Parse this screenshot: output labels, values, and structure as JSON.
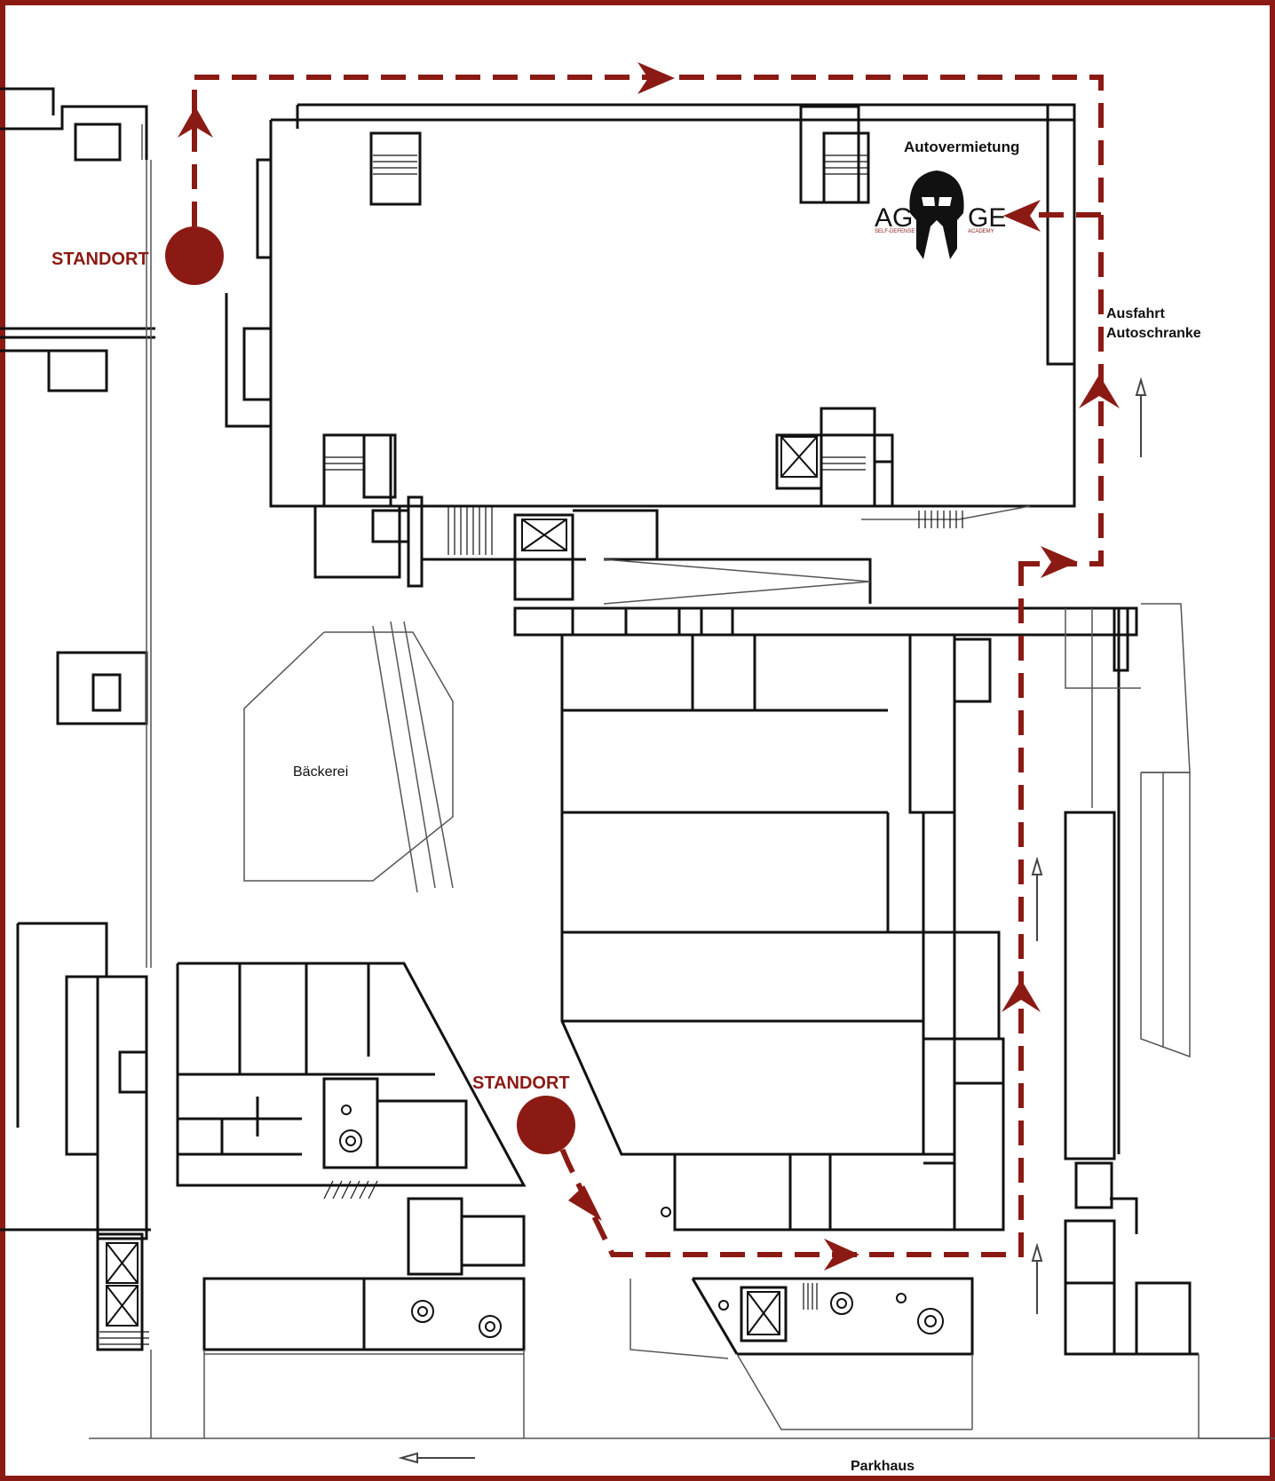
{
  "colors": {
    "route": "#8b1a14",
    "frame": "#8b1a14",
    "walls": "#111111",
    "thin": "#555555",
    "background": "#ffffff"
  },
  "labels": {
    "autovermietung": "Autovermietung",
    "ausfahrt_line1": "Ausfahrt",
    "ausfahrt_line2": "Autoschranke",
    "baeckerei": "Bäckerei",
    "parkhaus": "Parkhaus",
    "standort_top": "STANDORT",
    "standort_bottom": "STANDORT"
  },
  "logo": {
    "left_text": "AG",
    "right_text": "GE",
    "left_sub": "SELF-DEFENSE",
    "right_sub": "ACADEMY",
    "icon": "spartan-helmet-icon"
  },
  "icons": {
    "location_marker": "location-dot-icon",
    "route_arrow": "chevron-arrow-icon",
    "direction_arrow": "thin-arrow-icon"
  }
}
